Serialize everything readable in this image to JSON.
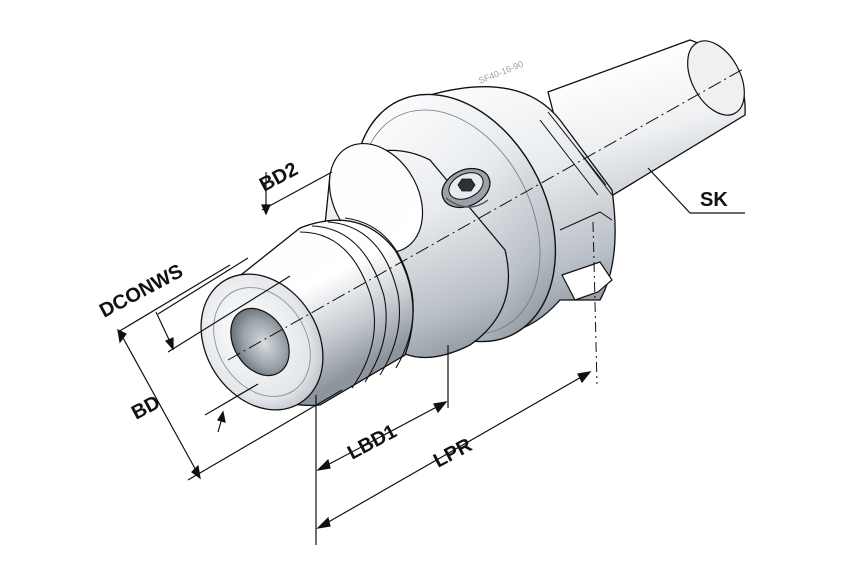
{
  "diagram": {
    "labels": {
      "sk": "SK",
      "bd2": "BD2",
      "dconws": "DCONWS",
      "bd": "BD",
      "lbd1": "LBD1",
      "lpr": "LPR"
    },
    "engraving": "SF40-16-90",
    "colors": {
      "line": "#111111",
      "metal_light": "#f4f6f8",
      "metal_mid": "#c9ced4",
      "metal_dark": "#8d949c",
      "background": "#ffffff"
    }
  }
}
